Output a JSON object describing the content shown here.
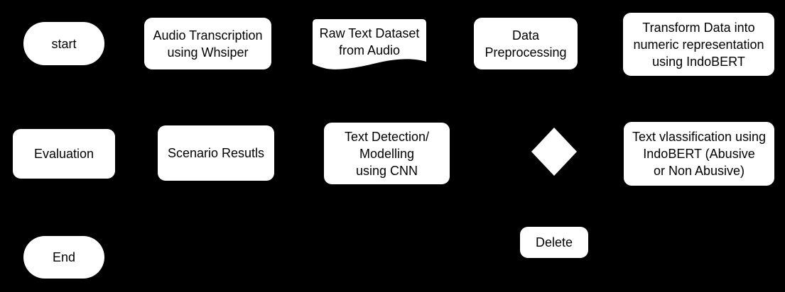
{
  "diagram": {
    "kind": "flowchart",
    "background_color": "#000000",
    "node_fill_color": "#ffffff",
    "node_text_color": "#000000",
    "nodes": [
      {
        "id": "start",
        "type": "terminator",
        "label": "start"
      },
      {
        "id": "audio-transcription",
        "type": "process",
        "label": "Audio Transcription\nusing Whsiper"
      },
      {
        "id": "raw-text-dataset",
        "type": "document",
        "label": "Raw Text Dataset\nfrom Audio"
      },
      {
        "id": "data-preprocessing",
        "type": "process",
        "label": "Data\nPreprocessing"
      },
      {
        "id": "transform-data",
        "type": "process",
        "label": "Transform Data into\nnumeric representation\nusing IndoBERT"
      },
      {
        "id": "evaluation",
        "type": "process",
        "label": "Evaluation"
      },
      {
        "id": "scenario-results",
        "type": "process",
        "label": "Scenario Resutls"
      },
      {
        "id": "text-detection",
        "type": "process",
        "label": "Text Detection/\nModelling\nusing CNN"
      },
      {
        "id": "decision",
        "type": "decision",
        "label": ""
      },
      {
        "id": "text-classification",
        "type": "process",
        "label": "Text vlassification using\nIndoBERT (Abusive\nor Non Abusive)"
      },
      {
        "id": "end",
        "type": "terminator",
        "label": "End"
      },
      {
        "id": "delete",
        "type": "process",
        "label": "Delete"
      }
    ]
  }
}
